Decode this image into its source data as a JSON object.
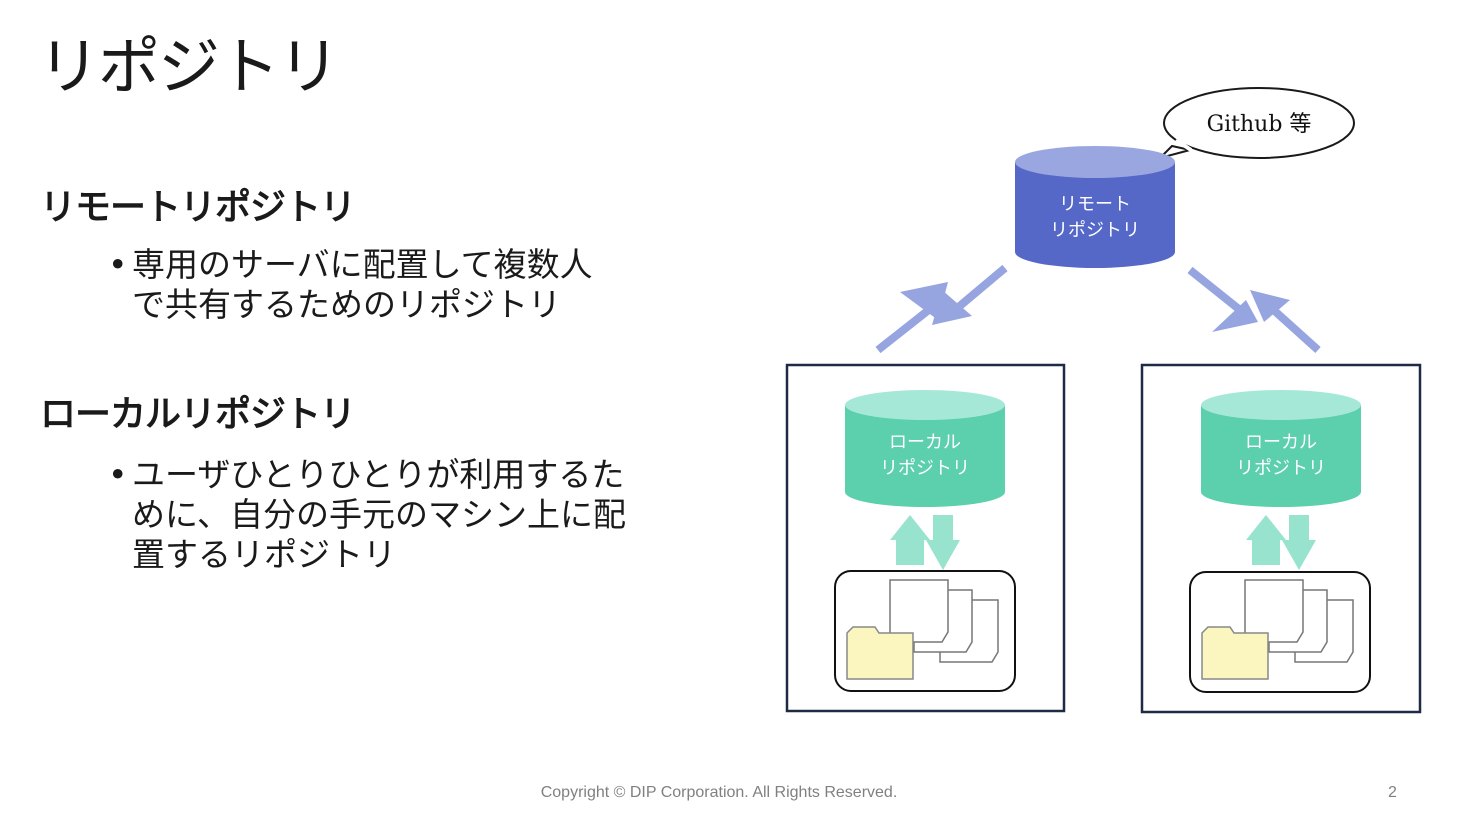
{
  "slide": {
    "title": "リポジトリ",
    "footer": "Copyright © DIP Corporation. All Rights Reserved.",
    "page_number": "2"
  },
  "sections": [
    {
      "heading": "リモートリポジトリ",
      "bullet_lines": [
        "専用のサーバに配置して複数人",
        "で共有するためのリポジトリ"
      ]
    },
    {
      "heading": "ローカルリポジトリ",
      "bullet_lines": [
        "ユーザひとりひとりが利用するた",
        "めに、自分の手元のマシン上に配",
        "置するリポジトリ"
      ]
    }
  ],
  "diagram": {
    "callout": "Github 等",
    "remote": {
      "line1": "リモート",
      "line2": "リポジトリ",
      "color": "#5567c7",
      "top_color": "#9aa6df"
    },
    "locals": [
      {
        "line1": "ローカル",
        "line2": "リポジトリ"
      },
      {
        "line1": "ローカル",
        "line2": "リポジトリ"
      }
    ],
    "local_color": "#5ccfad",
    "local_top_color": "#a6e8d7",
    "sync_arrow_color": "#96a4e0",
    "local_arrow_color": "#98e3cd",
    "folder_color": "#fbf6bf"
  }
}
